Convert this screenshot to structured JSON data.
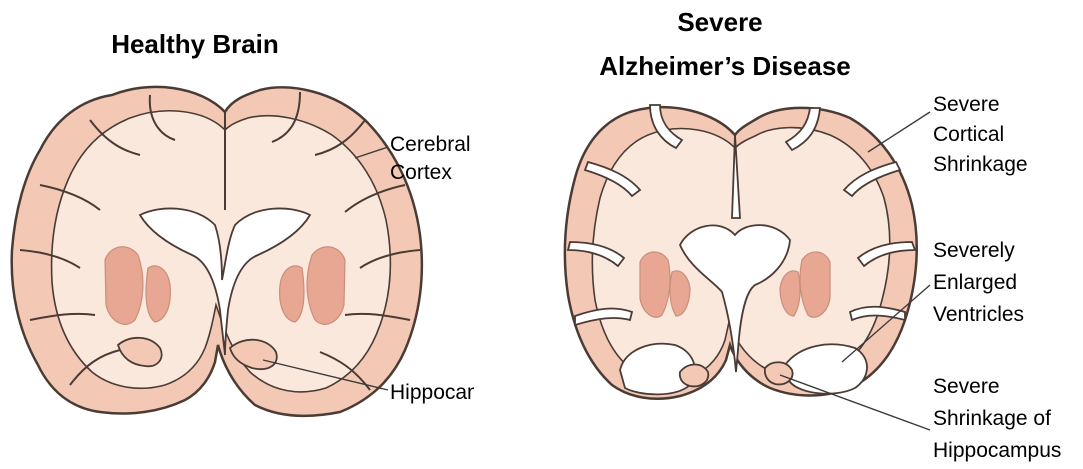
{
  "colors": {
    "tissue_outer": "#f3c9b6",
    "tissue_inner": "#fbe8dd",
    "outline": "#4a3b35",
    "nuclei": "#e7a792",
    "ventricle": "#ffffff",
    "background": "#ffffff"
  },
  "healthy": {
    "title": "Healthy Brain",
    "labels": {
      "cortex_line1": "Cerebral",
      "cortex_line2": "Cortex",
      "hippocampus": "Hippocampus"
    }
  },
  "severe": {
    "title_line1": "Severe",
    "title_line2": "Alzheimer’s Disease",
    "labels": {
      "cortical": [
        "Severe",
        "Cortical",
        "Shrinkage"
      ],
      "ventricles": [
        "Severely",
        "Enlarged",
        "Ventricles"
      ],
      "hippocampus": [
        "Severe",
        "Shrinkage of",
        "Hippocampus"
      ]
    }
  }
}
